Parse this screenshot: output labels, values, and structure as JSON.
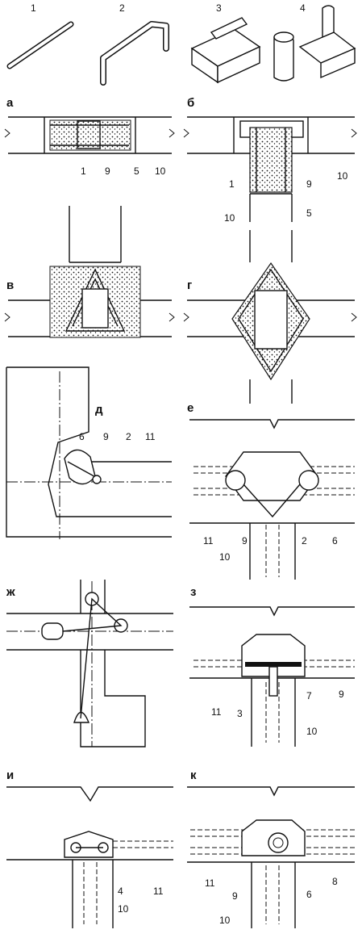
{
  "panels": {
    "a": "а",
    "b": "б",
    "v": "в",
    "g": "г",
    "d": "д",
    "e": "е",
    "zh": "ж",
    "z": "з",
    "i": "и",
    "k": "к"
  },
  "top_items": {
    "n1": "1",
    "n2": "2",
    "n3": "3",
    "n4": "4"
  },
  "callouts": {
    "a": [
      "1",
      "9",
      "5",
      "10"
    ],
    "b": [
      "1",
      "9",
      "10",
      "10",
      "5"
    ],
    "d": [
      "6",
      "9",
      "2",
      "11"
    ],
    "e": [
      "11",
      "9",
      "2",
      "6",
      "10"
    ],
    "z": [
      "11",
      "3",
      "7",
      "9",
      "10"
    ],
    "i": [
      "4",
      "11",
      "10"
    ],
    "k": [
      "11",
      "9",
      "6",
      "8",
      "10"
    ]
  },
  "colors": {
    "ink": "#111111",
    "paper": "#ffffff"
  }
}
